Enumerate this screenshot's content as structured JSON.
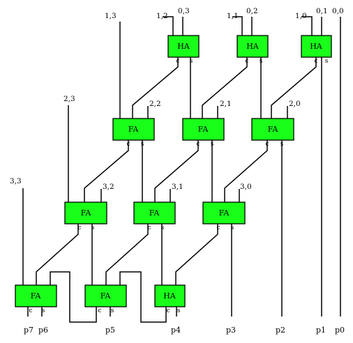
{
  "diagram": {
    "blocks": {
      "ha_1_0": {
        "label": "HA",
        "c": "c",
        "s": "s"
      },
      "ha_2_0": {
        "label": "HA",
        "c": "c",
        "s": "s"
      },
      "ha_3_0": {
        "label": "HA",
        "c": "c",
        "s": "s"
      },
      "fa_1_1": {
        "label": "FA",
        "c": "c",
        "s": "s"
      },
      "fa_2_1": {
        "label": "FA",
        "c": "c",
        "s": "s"
      },
      "fa_3_1": {
        "label": "FA",
        "c": "c",
        "s": "s"
      },
      "fa_1_2": {
        "label": "FA",
        "c": "c",
        "s": "s"
      },
      "fa_2_2": {
        "label": "FA",
        "c": "c",
        "s": "s"
      },
      "fa_3_2": {
        "label": "FA",
        "c": "c",
        "s": "s"
      },
      "fa_1_3": {
        "label": "FA",
        "c": "c",
        "s": "s"
      },
      "fa_2_3": {
        "label": "FA",
        "c": "c",
        "s": "s"
      },
      "ha_3_3": {
        "label": "HA",
        "c": "c",
        "s": "s"
      }
    },
    "inputs": {
      "in_1_3": "1,3",
      "in_1_2": "1,2",
      "in_0_3": "0,3",
      "in_1_1": "1,1",
      "in_0_2": "0,2",
      "in_1_0": "1,0",
      "in_0_1": "0,1",
      "in_0_0": "0,0",
      "in_2_3": "2,3",
      "in_2_2": "2,2",
      "in_2_1": "2,1",
      "in_2_0": "2,0",
      "in_3_3": "3,3",
      "in_3_2": "3,2",
      "in_3_1": "3,1",
      "in_3_0": "3,0"
    },
    "outputs": {
      "p7": "p7",
      "p6": "p6",
      "p5": "p5",
      "p4": "p4",
      "p3": "p3",
      "p2": "p2",
      "p1": "p1",
      "p0": "p0"
    }
  }
}
